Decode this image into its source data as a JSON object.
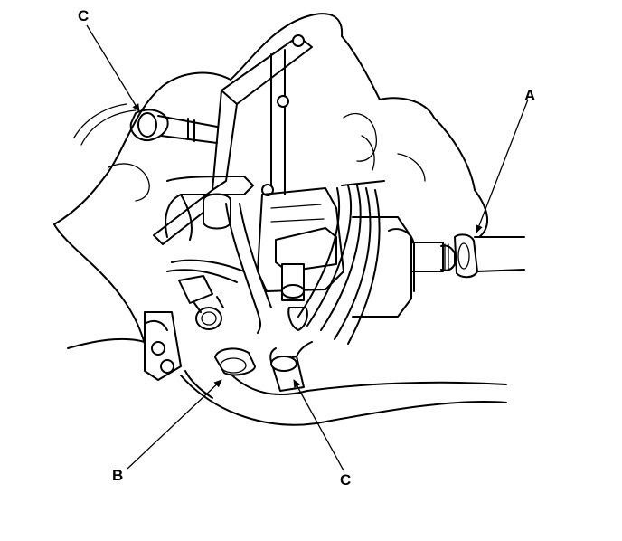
{
  "callouts": {
    "c_top": "C",
    "a": "A",
    "b": "B",
    "c_bottom": "C"
  }
}
